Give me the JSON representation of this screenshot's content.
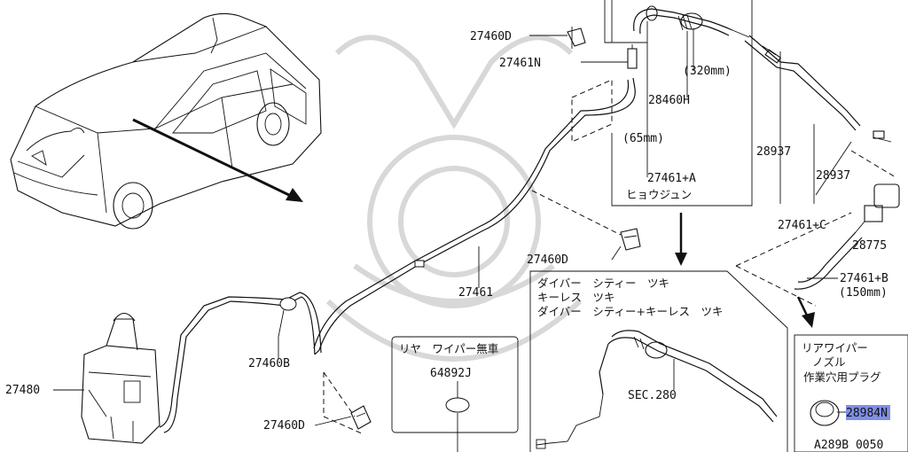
{
  "labels": {
    "p27460D_top": "27460D",
    "p27461N": "27461N",
    "mm320": "(320mm)",
    "p28460H": "28460H",
    "mm65": "(65mm)",
    "p27461A": "27461+A",
    "hyoujun": "ヒョウジュン",
    "p28937_a": "28937",
    "p28937_b": "28937",
    "p27461C": "27461+C",
    "p28775": "28775",
    "p27461B": "27461+B",
    "mm150": "(150mm)",
    "p27460D_mid": "27460D",
    "p27461": "27461",
    "p27460B": "27460B",
    "p27480": "27480",
    "p27460D_bot": "27460D",
    "no_rear_wiper": "リヤ　ワイパー無車",
    "p64892J": "64892J",
    "city_line1": "ダイバー　シティー　ツキ",
    "city_line2": "キーレス　ツキ",
    "city_line3": "ダイバー　シティー+キーレス　ツキ",
    "sec280": "SEC.280",
    "plug_line1": "リアワイパー",
    "plug_line2": "ノズル",
    "plug_line3": "作業穴用プラグ",
    "p28984N": "28984N",
    "ref_code": "A289B 0050"
  },
  "colors": {
    "highlight": "#7f8fe6",
    "line": "#111111",
    "watermark": "#d8d8d8"
  }
}
